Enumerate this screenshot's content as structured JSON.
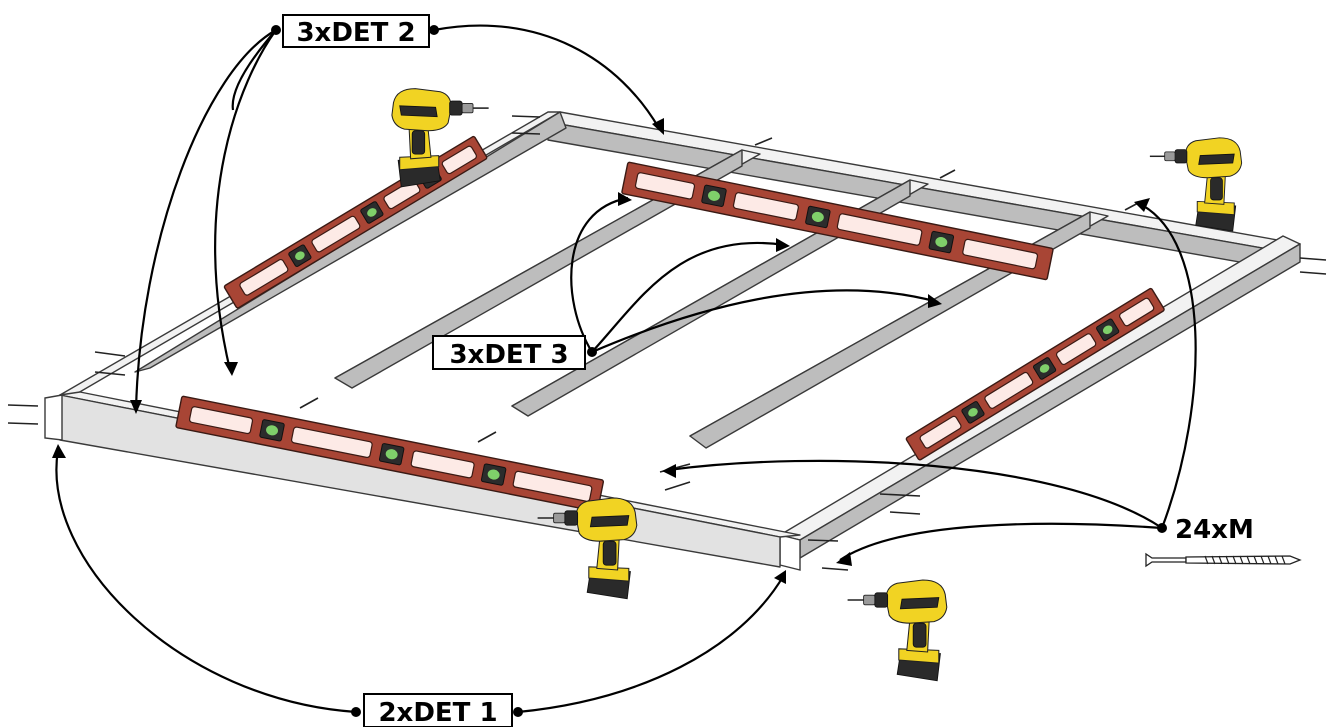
{
  "labels": {
    "det2": "3xDET 2",
    "det3": "3xDET 3",
    "det1": "2xDET 1",
    "screws": "24xM"
  },
  "colors": {
    "wood_top": "#f2f2f2",
    "wood_side": "#bdbdbd",
    "level_red": "#a84535",
    "drill_yellow": "#f1d323",
    "leader_black": "#000000"
  },
  "icons": [
    "spirit-level-icon",
    "cordless-drill-icon",
    "screw-icon"
  ]
}
